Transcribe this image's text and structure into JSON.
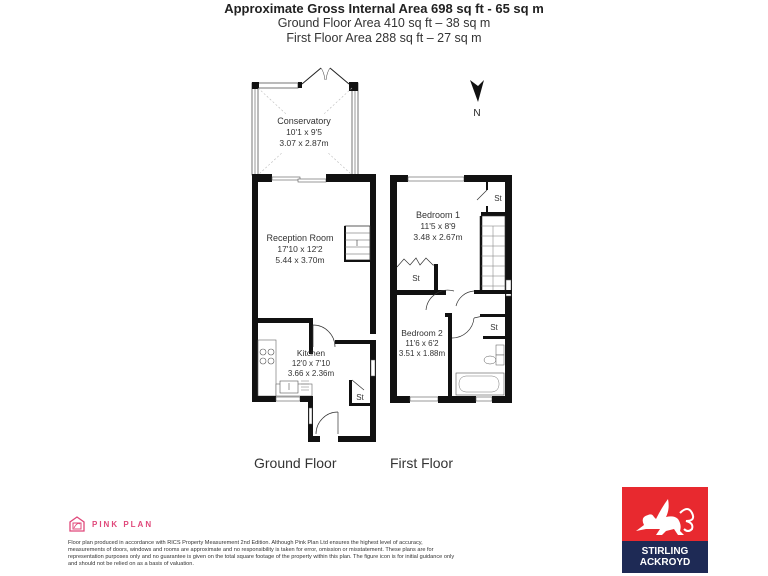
{
  "header": {
    "title": "Approximate Gross Internal Area 698 sq ft - 65 sq m",
    "ground_floor_area": "Ground Floor Area 410 sq ft – 38 sq m",
    "first_floor_area": "First Floor Area 288 sq ft – 27 sq m"
  },
  "compass": {
    "label": "N",
    "icon": "north-arrow-icon"
  },
  "ground_floor": {
    "label": "Ground Floor",
    "rooms": [
      {
        "name": "Conservatory",
        "imperial": "10'1 x 9'5",
        "metric": "3.07 x 2.87m"
      },
      {
        "name": "Reception Room",
        "imperial": "17'10 x 12'2",
        "metric": "5.44 x 3.70m"
      },
      {
        "name": "Kitchen",
        "imperial": "12'0 x 7'10",
        "metric": "3.66 x 2.36m"
      }
    ],
    "store_label": "St"
  },
  "first_floor": {
    "label": "First Floor",
    "rooms": [
      {
        "name": "Bedroom 1",
        "imperial": "11'5 x 8'9",
        "metric": "3.48 x 2.67m"
      },
      {
        "name": "Bedroom 2",
        "imperial": "11'6 x 6'2",
        "metric": "3.51 x 1.88m"
      }
    ],
    "store_labels": [
      "St",
      "St",
      "St"
    ]
  },
  "footer": {
    "brand": "PINK PLAN",
    "disclaimer": "Floor plan produced in accordance with RICS Property Measurement 2nd Edition. Although Pink Plan Ltd ensures the highest level of accuracy, measurements of doors, windows and rooms are approximate and no responsibility is taken for error, omission or misstatement. These plans are for representation purposes only and no guarantee is given on the total square footage of the property within this plan. The figure icon is for initial guidance only and should not be relied on as a basis of valuation."
  },
  "agent_logo": {
    "line1": "STIRLING",
    "line2": "ACKROYD",
    "colors": {
      "red": "#e8292f",
      "navy": "#1e2a55",
      "pink": "#e0487a"
    }
  }
}
